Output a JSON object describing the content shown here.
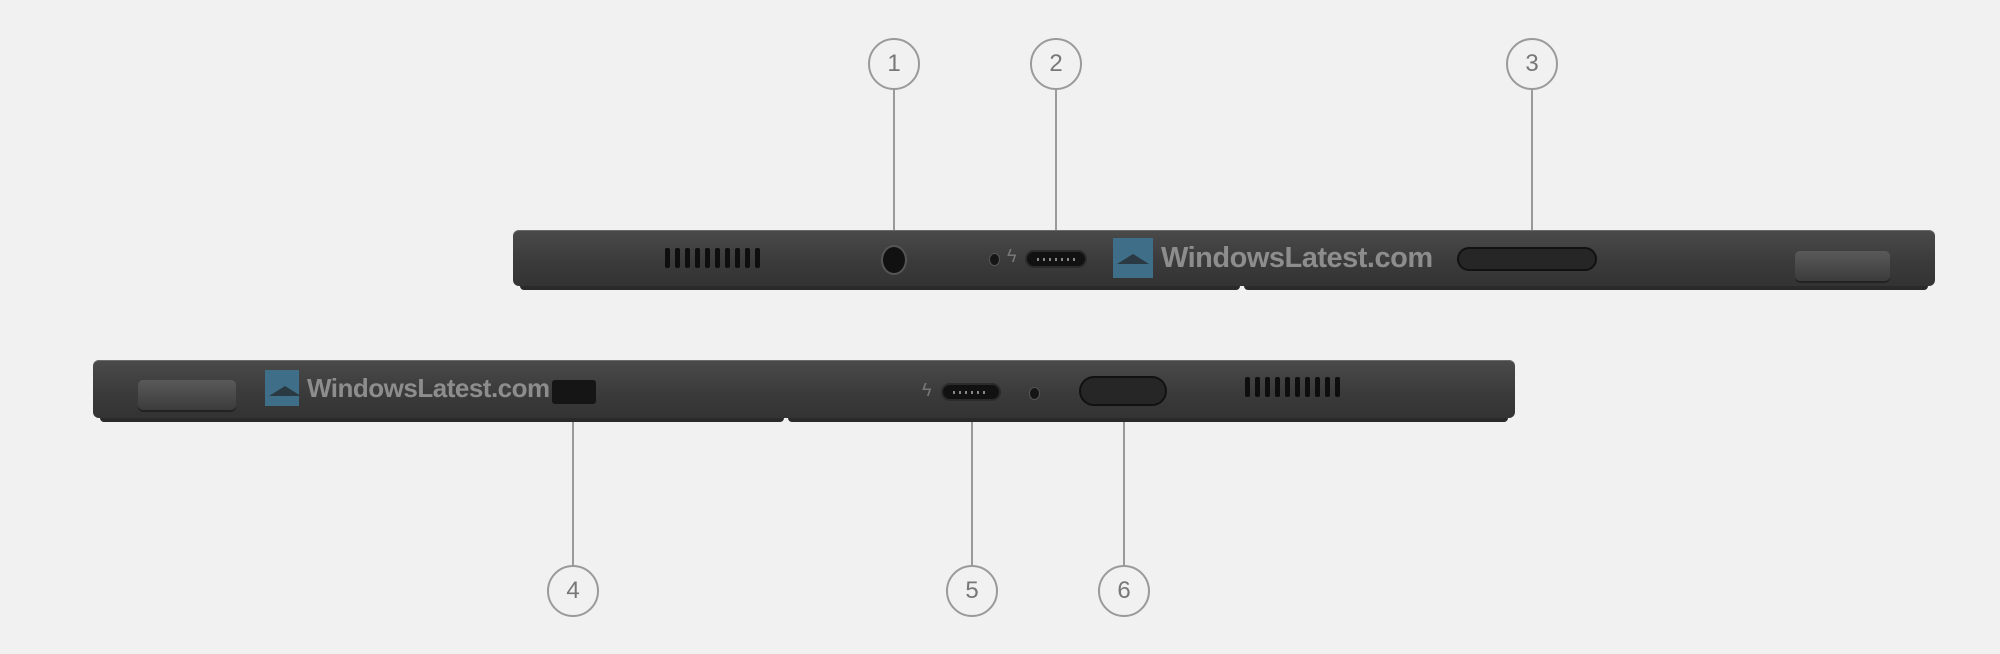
{
  "watermark": {
    "text": "WindowsLatest.com"
  },
  "callouts": [
    {
      "number": "1",
      "part": "audio-jack"
    },
    {
      "number": "2",
      "part": "usb-c-thunderbolt-port"
    },
    {
      "number": "3",
      "part": "volume-rocker"
    },
    {
      "number": "4",
      "part": "sensor"
    },
    {
      "number": "5",
      "part": "usb-c-thunderbolt-port"
    },
    {
      "number": "6",
      "part": "power-button"
    }
  ],
  "colors": {
    "background": "#f1f1f1",
    "device": "#3d3d3d",
    "callout": "#9a9a9a",
    "watermark_logo": "#3f6f88"
  }
}
